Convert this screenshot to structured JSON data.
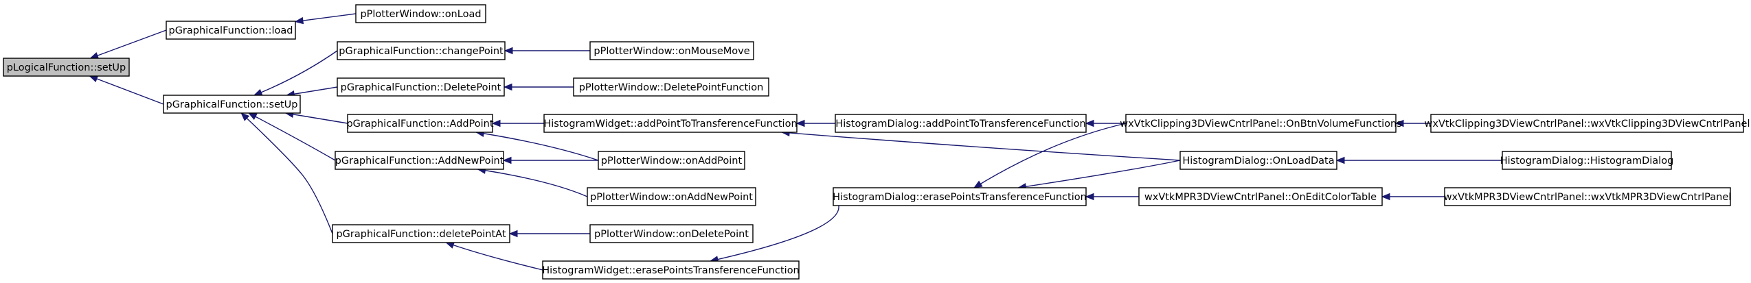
{
  "diagram": {
    "nodes": [
      {
        "id": "n0",
        "label": "pLogicalFunction::setUp",
        "root": true
      },
      {
        "id": "n1",
        "label": "pGraphicalFunction::load"
      },
      {
        "id": "n2",
        "label": "pGraphicalFunction::setUp"
      },
      {
        "id": "n3",
        "label": "pPlotterWindow::onLoad"
      },
      {
        "id": "n4",
        "label": "pGraphicalFunction::changePoint"
      },
      {
        "id": "n5",
        "label": "pGraphicalFunction::DeletePoint"
      },
      {
        "id": "n6",
        "label": "pGraphicalFunction::AddPoint"
      },
      {
        "id": "n7",
        "label": "pGraphicalFunction::AddNewPoint"
      },
      {
        "id": "n8",
        "label": "pGraphicalFunction::deletePointAt"
      },
      {
        "id": "n9",
        "label": "pPlotterWindow::onMouseMove"
      },
      {
        "id": "n10",
        "label": "pPlotterWindow::DeletePointFunction"
      },
      {
        "id": "n11",
        "label": "HistogramWidget::addPointToTransferenceFunction"
      },
      {
        "id": "n12",
        "label": "pPlotterWindow::onAddPoint"
      },
      {
        "id": "n13",
        "label": "pPlotterWindow::onAddNewPoint"
      },
      {
        "id": "n14",
        "label": "pPlotterWindow::onDeletePoint"
      },
      {
        "id": "n15",
        "label": "HistogramWidget::erasePointsTransferenceFunction"
      },
      {
        "id": "n16",
        "label": "HistogramDialog::addPointToTransferenceFunction"
      },
      {
        "id": "n17",
        "label": "HistogramDialog::erasePointsTransferenceFunction"
      },
      {
        "id": "n18",
        "label": "wxVtkClipping3DViewCntrlPanel::OnBtnVolumeFunctions"
      },
      {
        "id": "n19",
        "label": "HistogramDialog::OnLoadData"
      },
      {
        "id": "n20",
        "label": "wxVtkMPR3DViewCntrlPanel::OnEditColorTable"
      },
      {
        "id": "n21",
        "label": "wxVtkClipping3DViewCntrlPanel::wxVtkClipping3DViewCntrlPanel"
      },
      {
        "id": "n22",
        "label": "HistogramDialog::HistogramDialog"
      },
      {
        "id": "n23",
        "label": "wxVtkMPR3DViewCntrlPanel::wxVtkMPR3DViewCntrlPanel"
      }
    ],
    "edges": [
      {
        "from": "n1",
        "to": "n0"
      },
      {
        "from": "n2",
        "to": "n0"
      },
      {
        "from": "n3",
        "to": "n1"
      },
      {
        "from": "n4",
        "to": "n2"
      },
      {
        "from": "n5",
        "to": "n2"
      },
      {
        "from": "n6",
        "to": "n2"
      },
      {
        "from": "n7",
        "to": "n2"
      },
      {
        "from": "n8",
        "to": "n2"
      },
      {
        "from": "n9",
        "to": "n4"
      },
      {
        "from": "n10",
        "to": "n5"
      },
      {
        "from": "n11",
        "to": "n6"
      },
      {
        "from": "n12",
        "to": "n6"
      },
      {
        "from": "n12",
        "to": "n7"
      },
      {
        "from": "n13",
        "to": "n7"
      },
      {
        "from": "n14",
        "to": "n8"
      },
      {
        "from": "n15",
        "to": "n8"
      },
      {
        "from": "n16",
        "to": "n11"
      },
      {
        "from": "n19",
        "to": "n11"
      },
      {
        "from": "n17",
        "to": "n15"
      },
      {
        "from": "n18",
        "to": "n16"
      },
      {
        "from": "n18",
        "to": "n17"
      },
      {
        "from": "n19",
        "to": "n17"
      },
      {
        "from": "n20",
        "to": "n17"
      },
      {
        "from": "n21",
        "to": "n18"
      },
      {
        "from": "n22",
        "to": "n19"
      },
      {
        "from": "n23",
        "to": "n20"
      }
    ]
  }
}
